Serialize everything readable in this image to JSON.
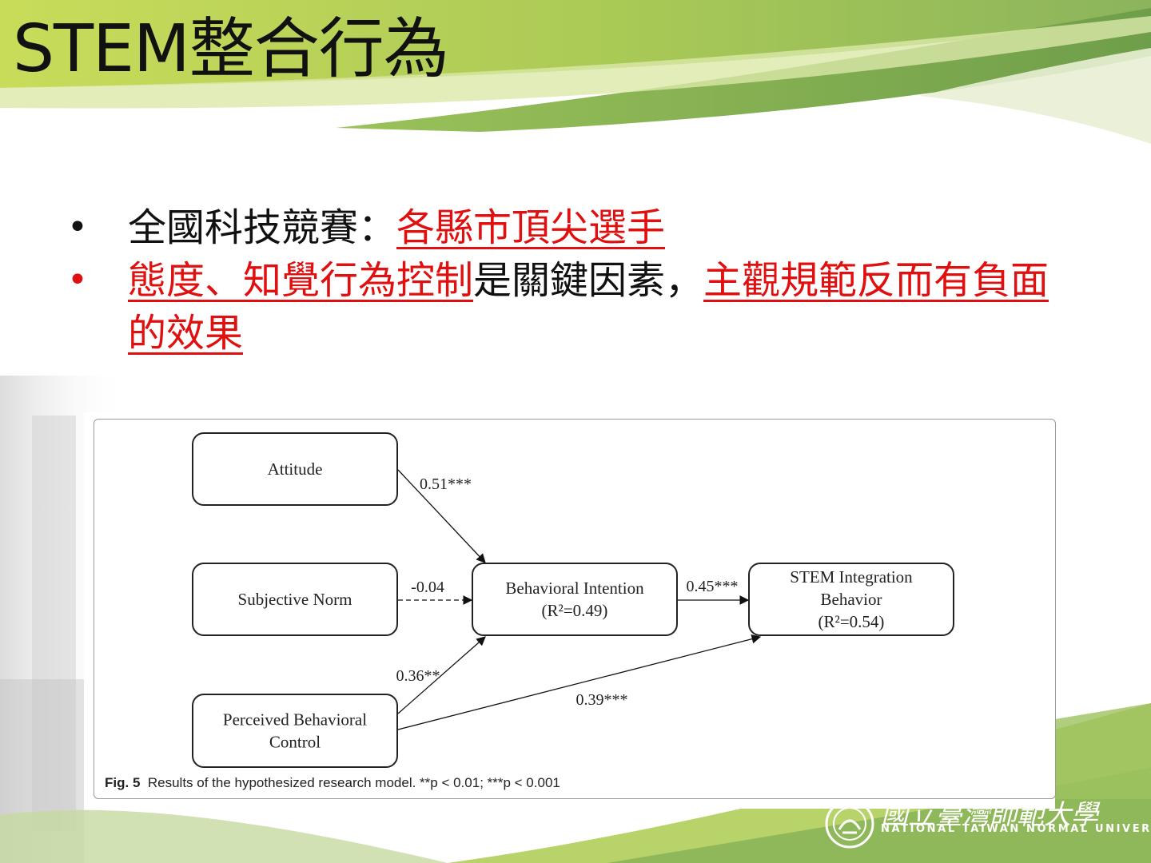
{
  "slide": {
    "title": "STEM整合行為",
    "bullets": [
      {
        "dot": "•",
        "dot_color": "#111111",
        "segments": [
          {
            "text": "全國科技競賽：",
            "highlight": false
          },
          {
            "text": "各縣市頂尖選手",
            "highlight": true
          }
        ]
      },
      {
        "dot": "•",
        "dot_color": "#e01010",
        "segments": [
          {
            "text": "態度、知覺行為控制",
            "highlight": true
          },
          {
            "text": "是關鍵因素，",
            "highlight": false
          },
          {
            "text": "主觀規範反而有負面的效果",
            "highlight": true
          }
        ]
      }
    ]
  },
  "diagram": {
    "nodes": [
      {
        "id": "attitude",
        "lines": [
          "Attitude"
        ]
      },
      {
        "id": "subjective_norm",
        "lines": [
          "Subjective Norm"
        ]
      },
      {
        "id": "perceived_control",
        "lines": [
          "Perceived Behavioral",
          "Control"
        ]
      },
      {
        "id": "intention",
        "lines": [
          "Behavioral Intention",
          "(R²=0.49)"
        ]
      },
      {
        "id": "behavior",
        "lines": [
          "STEM Integration",
          "Behavior",
          "(R²=0.54)"
        ]
      }
    ],
    "edges": [
      {
        "from": "attitude",
        "to": "intention",
        "label": "0.51***",
        "style": "solid"
      },
      {
        "from": "subjective_norm",
        "to": "intention",
        "label": "-0.04",
        "style": "dashed"
      },
      {
        "from": "perceived_control",
        "to": "intention",
        "label": "0.36**",
        "style": "solid"
      },
      {
        "from": "intention",
        "to": "behavior",
        "label": "0.45***",
        "style": "solid"
      },
      {
        "from": "perceived_control",
        "to": "behavior",
        "label": "0.39***",
        "style": "solid"
      }
    ],
    "caption": {
      "fig": "Fig. 5",
      "text": "Results of the hypothesized research model. **p < 0.01; ***p < 0.001"
    }
  },
  "logo": {
    "name_cn": "國立臺灣師範大學",
    "name_en": "NATIONAL TAIWAN NORMAL UNIVERSITY"
  },
  "colors": {
    "accent_red": "#e01010",
    "green_dark": "#7aab4a",
    "green_light": "#b9d66e"
  }
}
